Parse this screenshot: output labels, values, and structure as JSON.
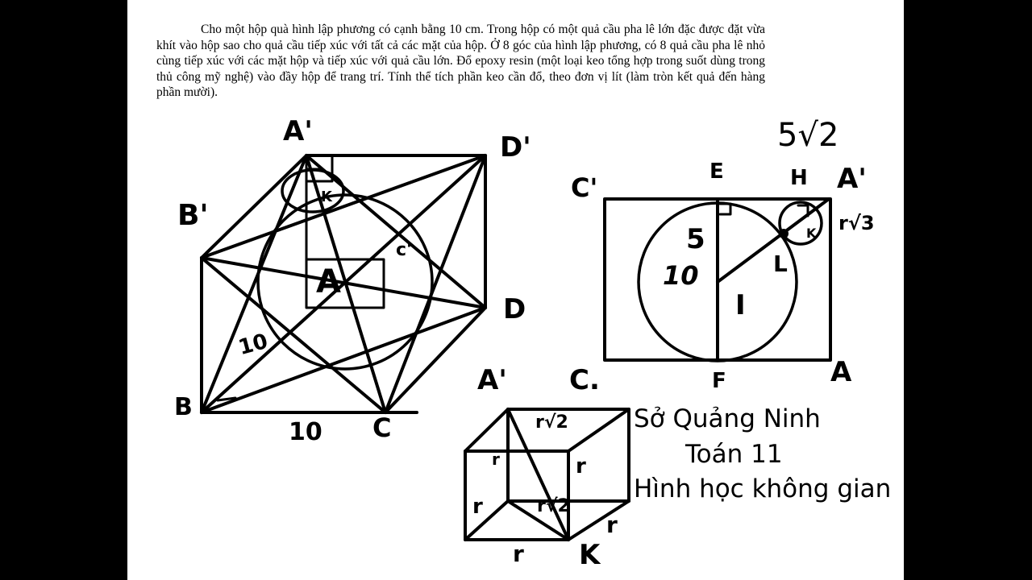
{
  "problem": {
    "text": "Cho một hộp quà hình lập phương có cạnh bằng 10 cm. Trong hộp có một quả cầu pha lê lớn đặc được đặt vừa khít vào hộp sao cho quả cầu tiếp xúc với tất cả các mặt của hộp. Ở 8 góc của hình lập phương, có 8 quả cầu pha lê nhỏ cùng tiếp xúc với các mặt hộp và tiếp xúc với quả cầu lớn. Đổ epoxy resin (một loại keo tổng hợp trong suốt dùng trong thủ công mỹ nghệ) vào đầy hộp để trang trí. Tính thể tích phần keo cần đổ, theo đơn vị lít (làm tròn kết quả đến hàng phần mười)."
  },
  "figure_cube": {
    "labels": {
      "a_prime": "A'",
      "d_prime": "D'",
      "b_prime": "B'",
      "d": "D",
      "a": "A",
      "b": "B",
      "c": "C",
      "c_prime": "c'",
      "k": "K",
      "edge_diag": "10",
      "edge_bottom": "10"
    }
  },
  "figure_section": {
    "labels": {
      "five_root_two": "5√2",
      "e": "E",
      "h": "H",
      "a_prime": "A'",
      "c_prime": "C'",
      "r_root_three": "r√3",
      "five": "5",
      "ten": "10",
      "l": "L",
      "i": "I",
      "k": "K",
      "f": "F",
      "a": "A",
      "c": "C."
    }
  },
  "figure_small_cube": {
    "labels": {
      "a_prime": "A'",
      "r_root_two_top": "r√2",
      "r_root_two_mid": "r√2",
      "r_left_upper": "r",
      "r_left": "r",
      "r_right": "r",
      "r_bottom": "r",
      "r_side": "r",
      "k": "K"
    }
  },
  "caption": {
    "line1": "Sở Quảng Ninh",
    "line2": "Toán 11",
    "line3": "Hình học không gian"
  }
}
